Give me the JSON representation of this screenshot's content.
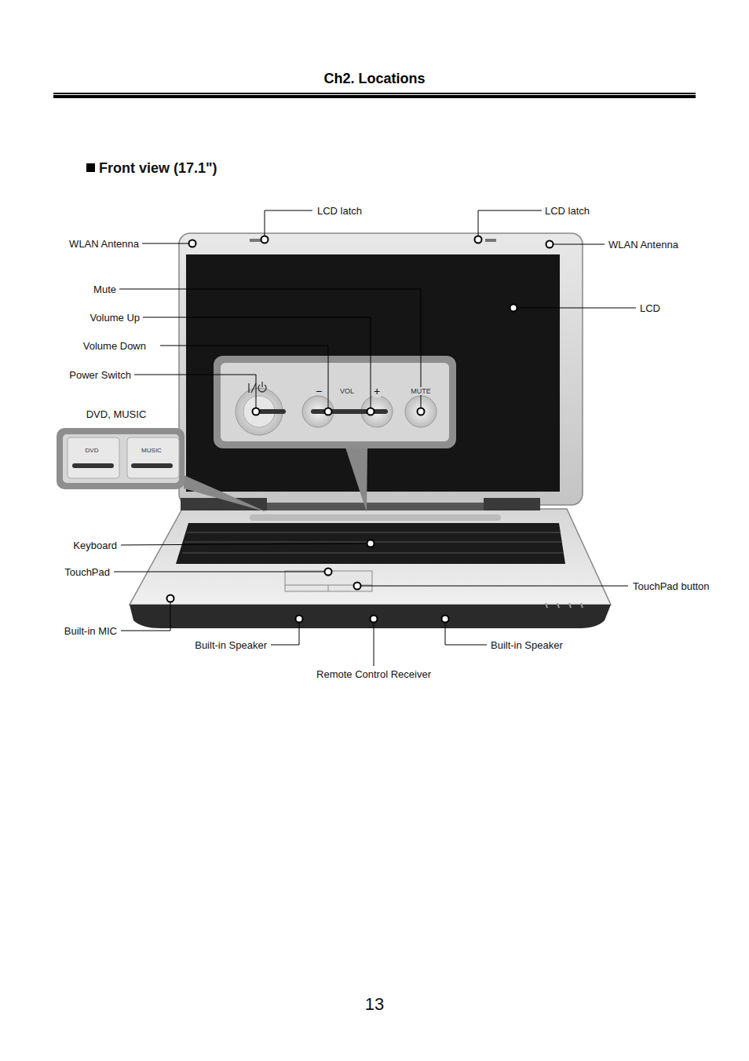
{
  "diagram": {
    "title": "Ch2. Locations",
    "labels": [
      "Front view (17.1\")",
      "LCD latch",
      "LCD latch",
      "WLAN Antenna",
      "WLAN Antenna",
      "Mute",
      "Volume Up",
      "Volume Down",
      "Power Switch",
      "DVD, MUSIC",
      "LCD",
      "Keyboard",
      "TouchPad",
      "TouchPad button",
      "Built-in MIC",
      "Built-in Speaker",
      "Built-in Speaker",
      "Remote Control Receiver",
      "DVD",
      "MUSIC",
      "VOL",
      "MUTE",
      "−",
      "+",
      "13"
    ]
  }
}
